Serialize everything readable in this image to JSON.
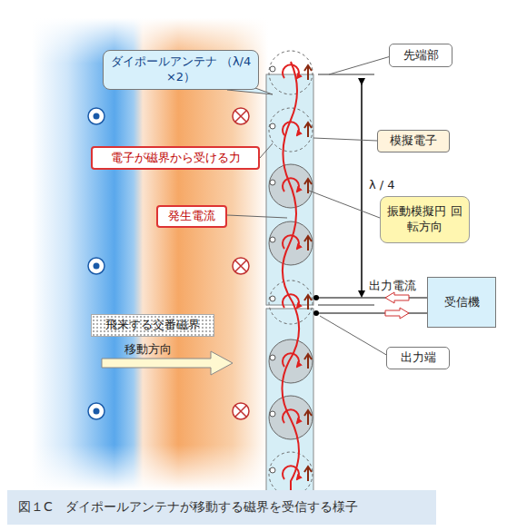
{
  "diagram": {
    "caption": "図１C　ダイポールアンテナが移動する磁界を受信する様子",
    "nodes": [
      {
        "text": [
          "ダイポールアンテナ （λ/4 ×2）"
        ]
      },
      {
        "text": [
          "先端部"
        ]
      },
      {
        "text": [
          "模擬電子"
        ]
      },
      {
        "text": [
          "電子が磁界から受ける力"
        ]
      },
      {
        "text": [
          "振動模擬円 回転方向"
        ]
      },
      {
        "text": [
          "発生電流"
        ]
      },
      {
        "text": [
          "受信機"
        ]
      },
      {
        "text": [
          "出力端"
        ]
      },
      {
        "text": [
          "飛来する交番磁界"
        ]
      }
    ],
    "labels": [
      "λ / 4",
      "出力電流",
      "移動方向"
    ]
  }
}
